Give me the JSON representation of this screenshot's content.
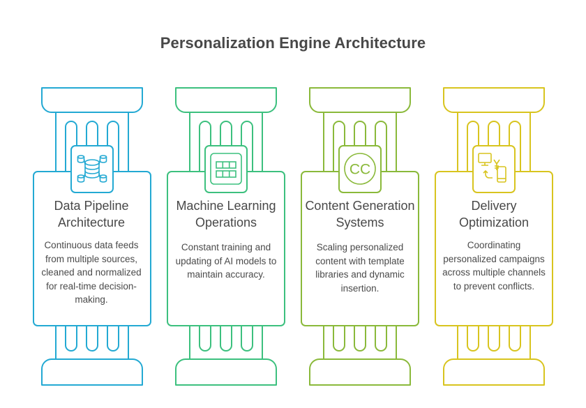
{
  "title": "Personalization Engine Architecture",
  "columns": [
    {
      "heading": "Data Pipeline Architecture",
      "description": "Continuous data feeds from multiple sources, cleaned and normalized for real-time decision-making.",
      "icon": "database-network-icon",
      "color": "#23A9D3"
    },
    {
      "heading": "Machine Learning Operations",
      "description": "Constant training and updating of AI models to maintain accuracy.",
      "icon": "chip-grid-icon",
      "color": "#3CC07E"
    },
    {
      "heading": "Content Generation Systems",
      "description": "Scaling personalized content with template libraries and dynamic insertion.",
      "icon": "cc-circle-icon",
      "color": "#8AB93A"
    },
    {
      "heading": "Delivery Optimization",
      "description": "Coordinating personalized campaigns across multiple channels to prevent conflicts.",
      "icon": "multichannel-devices-icon",
      "color": "#D8C41E"
    }
  ]
}
